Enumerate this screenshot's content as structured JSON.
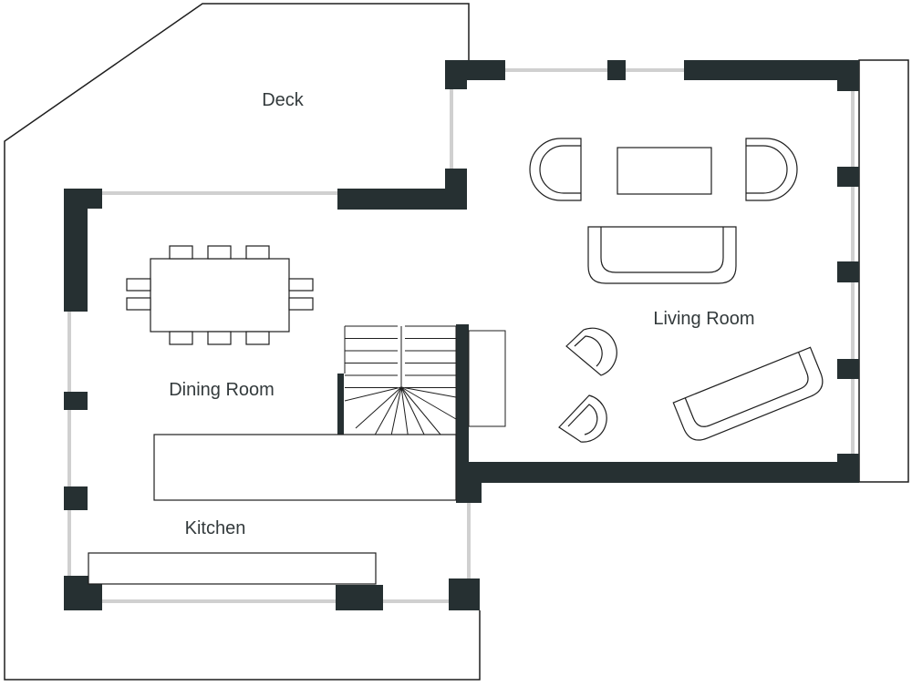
{
  "rooms": {
    "deck": "Deck",
    "living_room": "Living Room",
    "dining_room": "Dining Room",
    "kitchen": "Kitchen"
  },
  "colors": {
    "wall": "#263032",
    "outline": "#1e1e1e",
    "window": "#d0d0d0",
    "background": "#ffffff",
    "label": "#333a3c"
  }
}
